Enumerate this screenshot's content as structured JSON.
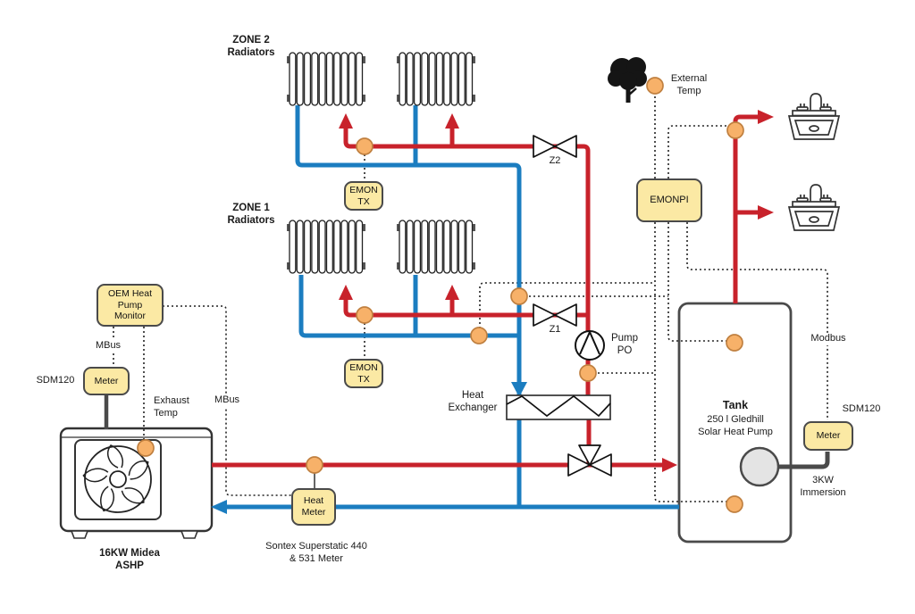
{
  "palette": {
    "pipe_hot": "#C8222B",
    "pipe_cold": "#1B7DC0",
    "sensor_fill": "#F7B169",
    "sensor_border": "#C08040",
    "device_box_fill": "#FBE9A4",
    "device_box_border": "#4A4A4A",
    "outline": "#333333"
  },
  "zones": {
    "zone2": "ZONE 2\nRadiators",
    "zone1": "ZONE 1\nRadiators"
  },
  "devices": {
    "emon_tx_zone2": "EMON\nTX",
    "emon_tx_zone1": "EMON\nTX",
    "oem_monitor": "OEM Heat\nPump\nMonitor",
    "meter_left": "Meter",
    "heat_meter": "Heat\nMeter",
    "emonpi": "EMONPI",
    "meter_right": "Meter"
  },
  "labels": {
    "mbus_left": "MBus",
    "sdm120_left": "SDM120",
    "exhaust_temp": "Exhaust\nTemp",
    "mbus_right": "MBus",
    "ashp": "16KW Midea\nASHP",
    "sontex": "Sontex Superstatic 440\n& 531 Meter",
    "heat_exchanger": "Heat\nExchanger",
    "pump": "Pump\nPO",
    "valve_z2": "Z2",
    "valve_z1": "Z1",
    "external_temp": "External\nTemp",
    "tank_name": "Tank",
    "tank_desc": "250 l Gledhill\nSolar Heat Pump",
    "modbus": "Modbus",
    "sdm120_right": "SDM120",
    "immersion": "3KW\nImmersion"
  }
}
